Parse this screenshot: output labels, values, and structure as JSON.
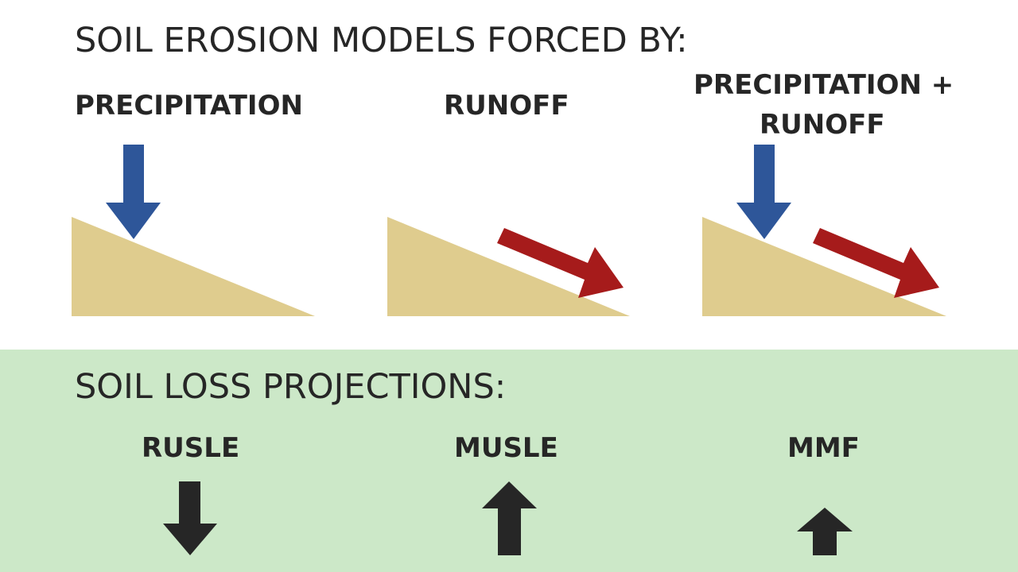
{
  "headings": {
    "forcing": "SOIL EROSION MODELS FORCED BY:",
    "projections": "SOIL LOSS PROJECTIONS:"
  },
  "forcings": [
    {
      "label": "PRECIPITATION",
      "arrows": [
        "precipitation"
      ]
    },
    {
      "label": "RUNOFF",
      "arrows": [
        "runoff"
      ]
    },
    {
      "label_lines": [
        "PRECIPITATION +",
        "RUNOFF"
      ],
      "arrows": [
        "precipitation",
        "runoff"
      ]
    }
  ],
  "projections": [
    {
      "label": "RUSLE",
      "direction": "down",
      "size": "large"
    },
    {
      "label": "MUSLE",
      "direction": "up",
      "size": "large"
    },
    {
      "label": "MMF",
      "direction": "up",
      "size": "small"
    }
  ],
  "colors": {
    "slope": "#dfcc8e",
    "precipitation_arrow": "#2e5699",
    "runoff_arrow": "#a61b1b",
    "projection_arrow": "#262626",
    "projection_panel": "#cce8c8",
    "text": "#262626"
  }
}
